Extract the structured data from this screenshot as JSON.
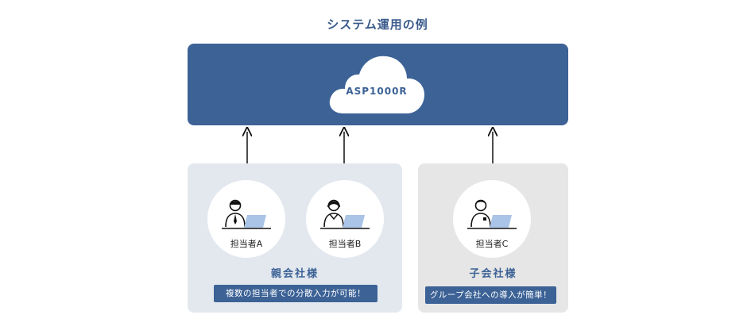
{
  "title": "システム運用の例",
  "system": {
    "name": "ASP1000R"
  },
  "groups": {
    "parent": {
      "name": "親会社様",
      "note": "複数の担当者での分散入力が可能！",
      "people": [
        {
          "label": "担当者A"
        },
        {
          "label": "担当者B"
        }
      ]
    },
    "child": {
      "name": "子会社様",
      "note": "グループ会社への導入が簡単！",
      "people": [
        {
          "label": "担当者C"
        }
      ]
    }
  },
  "colors": {
    "primary": "#3c6296",
    "parent_bg": "#e3e8ef",
    "child_bg": "#e6e6e6",
    "laptop": "#a9c4e6"
  },
  "icons": [
    "cloud-icon",
    "person-at-laptop-icon",
    "bidirectional-arrow-icon"
  ]
}
